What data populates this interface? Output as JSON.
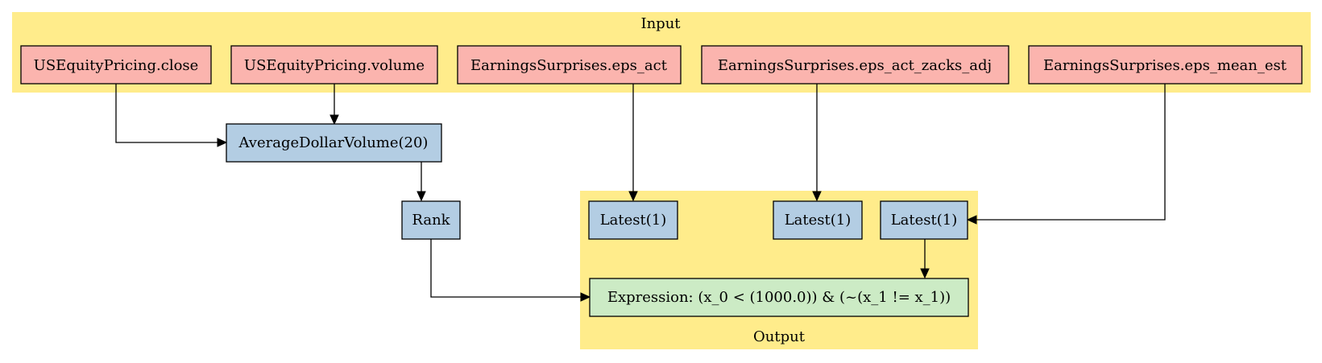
{
  "clusters": {
    "input": {
      "label": "Input"
    },
    "output": {
      "label": "Output"
    }
  },
  "nodes": {
    "close": "USEquityPricing.close",
    "volume": "USEquityPricing.volume",
    "eps_act": "EarningsSurprises.eps_act",
    "eps_act_zacks_adj": "EarningsSurprises.eps_act_zacks_adj",
    "eps_mean_est": "EarningsSurprises.eps_mean_est",
    "avg_dollar_volume": "AverageDollarVolume(20)",
    "rank": "Rank",
    "latest_1": "Latest(1)",
    "latest_2": "Latest(1)",
    "latest_3": "Latest(1)",
    "expression": "Expression: (x_0 < (1000.0)) & (~(x_1 != x_1))"
  },
  "colors": {
    "cluster_fill": "#ffec8b",
    "input_node_fill": "#fbb4ae",
    "factor_node_fill": "#b3cde3",
    "expression_node_fill": "#ccebc5"
  }
}
